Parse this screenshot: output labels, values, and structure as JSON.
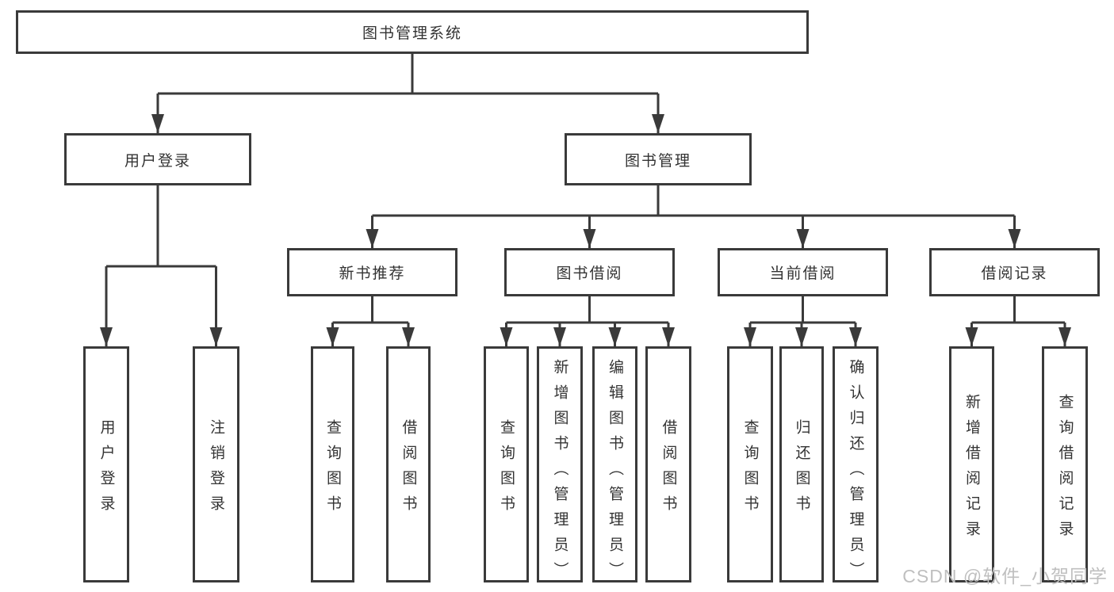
{
  "diagram": {
    "type": "hierarchy-tree",
    "root": {
      "label": "图书管理系统"
    },
    "level2": [
      {
        "label": "用户登录"
      },
      {
        "label": "图书管理"
      }
    ],
    "level3": [
      {
        "label": "新书推荐",
        "parent": "图书管理"
      },
      {
        "label": "图书借阅",
        "parent": "图书管理"
      },
      {
        "label": "当前借阅",
        "parent": "图书管理"
      },
      {
        "label": "借阅记录",
        "parent": "图书管理"
      }
    ],
    "leaves": [
      {
        "label": "用户登录",
        "parent": "用户登录"
      },
      {
        "label": "注销登录",
        "parent": "用户登录"
      },
      {
        "label": "查询图书",
        "parent": "新书推荐"
      },
      {
        "label": "借阅图书",
        "parent": "新书推荐"
      },
      {
        "label": "查询图书",
        "parent": "图书借阅"
      },
      {
        "label": "新增图书（管理员）",
        "parent": "图书借阅"
      },
      {
        "label": "编辑图书（管理员）",
        "parent": "图书借阅"
      },
      {
        "label": "借阅图书",
        "parent": "图书借阅"
      },
      {
        "label": "查询图书",
        "parent": "当前借阅"
      },
      {
        "label": "归还图书",
        "parent": "当前借阅"
      },
      {
        "label": "确认归还（管理员）",
        "parent": "当前借阅"
      },
      {
        "label": "新增借阅记录",
        "parent": "借阅记录"
      },
      {
        "label": "查询借阅记录",
        "parent": "借阅记录"
      }
    ]
  },
  "watermark": {
    "text": "CSDN @软件_小贺同学"
  },
  "colors": {
    "line": "#3a3a3a",
    "box_border": "#3a3a3a",
    "box_fill": "#ffffff",
    "text": "#333333",
    "background": "#ffffff",
    "watermark": "#bfbfbf"
  }
}
